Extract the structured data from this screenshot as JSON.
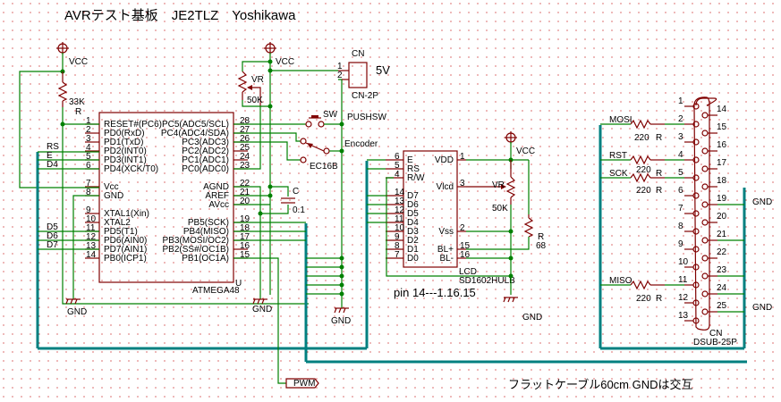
{
  "title": "AVRテスト基板　JE2TLZ　Yoshikawa",
  "note_pins": "pin 14---1.16.15",
  "note_cable": "フラットケーブル60cm GNDは交互",
  "power_labels": {
    "vcc": "VCC",
    "gnd": "GND"
  },
  "mcu": {
    "ref": "U",
    "part": "ATMEGA48",
    "left_pins": [
      {
        "num": "1",
        "name": "RESET#(PC6)"
      },
      {
        "num": "2",
        "name": "PD0(RxD)"
      },
      {
        "num": "3",
        "name": "PD1(TxD)"
      },
      {
        "num": "4",
        "name": "PD2(INT0)"
      },
      {
        "num": "5",
        "name": "PD3(INT1)"
      },
      {
        "num": "6",
        "name": "PD4(XCK/T0)"
      },
      {
        "num": "7",
        "name": "Vcc"
      },
      {
        "num": "8",
        "name": "GND"
      },
      {
        "num": "9",
        "name": "XTAL1(Xin)"
      },
      {
        "num": "10",
        "name": "XTAL2"
      },
      {
        "num": "11",
        "name": "PD5(T1)"
      },
      {
        "num": "12",
        "name": "PD6(AIN0)"
      },
      {
        "num": "13",
        "name": "PD7(AIN1)"
      },
      {
        "num": "14",
        "name": "PB0(ICP1)"
      }
    ],
    "right_pins": [
      {
        "num": "28",
        "name": "PC5(ADC5/SCL)"
      },
      {
        "num": "27",
        "name": "PC4(ADC4/SDA)"
      },
      {
        "num": "26",
        "name": "PC3(ADC3)"
      },
      {
        "num": "25",
        "name": "PC2(ADC2)"
      },
      {
        "num": "24",
        "name": "PC1(ADC1)"
      },
      {
        "num": "23",
        "name": "PC0(ADC0)"
      },
      {
        "num": "22",
        "name": "AGND"
      },
      {
        "num": "21",
        "name": "AREF"
      },
      {
        "num": "20",
        "name": "AVcc"
      },
      {
        "num": "19",
        "name": "PB5(SCK)"
      },
      {
        "num": "18",
        "name": "PB4(MISO)"
      },
      {
        "num": "17",
        "name": "PB3(MOSI/OC2)"
      },
      {
        "num": "16",
        "name": "PB2(SS#/OC1B)"
      },
      {
        "num": "15",
        "name": "PB1(OC1A)"
      }
    ]
  },
  "net_labels": {
    "rs": "RS",
    "e": "E",
    "d4": "D4",
    "d5": "D5",
    "d6": "D6",
    "d7": "D7"
  },
  "r_pullup": {
    "ref": "R",
    "value": "33K"
  },
  "vr1": {
    "ref": "VR",
    "value": "50K"
  },
  "cap": {
    "ref": "C",
    "value": "0.1"
  },
  "conn_power": {
    "ref": "CN",
    "part": "CN-2P",
    "label": "5V",
    "pins": [
      "1",
      "2"
    ]
  },
  "switch": {
    "ref": "SW",
    "part": "PUSHSW"
  },
  "encoder": {
    "ref": "Encoder",
    "part": "EC16B"
  },
  "lcd": {
    "ref": "LCD",
    "part": "SD1602HULB",
    "left_pins": [
      {
        "num": "6",
        "name": "E"
      },
      {
        "num": "5",
        "name": "RS"
      },
      {
        "num": "4",
        "name": "R/W"
      },
      {
        "num": "14",
        "name": "D7"
      },
      {
        "num": "13",
        "name": "D6"
      },
      {
        "num": "12",
        "name": "D5"
      },
      {
        "num": "11",
        "name": "D4"
      },
      {
        "num": "10",
        "name": "D3"
      },
      {
        "num": "9",
        "name": "D2"
      },
      {
        "num": "8",
        "name": "D1"
      },
      {
        "num": "7",
        "name": "D0"
      }
    ],
    "right_pins": [
      {
        "num": "1",
        "name": "VDD"
      },
      {
        "num": "3",
        "name": "Vlcd"
      },
      {
        "num": "2",
        "name": "Vss"
      },
      {
        "num": "15",
        "name": "BL+"
      },
      {
        "num": "16",
        "name": "BL-"
      }
    ]
  },
  "vr2": {
    "ref": "VR",
    "value": "50K"
  },
  "r_backlight": {
    "ref": "R",
    "value": "68"
  },
  "dsub": {
    "ref": "CN",
    "part": "DSUB-25P",
    "left_pins": [
      "1",
      "2",
      "3",
      "4",
      "5",
      "6",
      "7",
      "8",
      "9",
      "10",
      "11",
      "12",
      "13"
    ],
    "right_pins": [
      "14",
      "15",
      "16",
      "17",
      "18",
      "19",
      "20",
      "21",
      "22",
      "23",
      "24",
      "25"
    ],
    "signals": [
      {
        "name": "MOSI",
        "r": "220",
        "rref": "R"
      },
      {
        "name": "RST",
        "r": "220",
        "rref": "R"
      },
      {
        "name": "SCK",
        "r": "220",
        "rref": "R"
      },
      {
        "name": "MISO",
        "r": "220",
        "rref": "R"
      }
    ],
    "gnd1": "GND",
    "gnd2": "GND"
  },
  "pwm_port": "PWM"
}
